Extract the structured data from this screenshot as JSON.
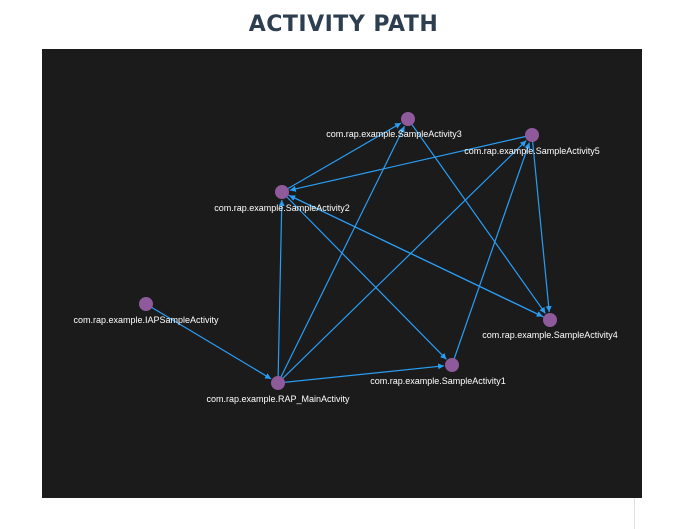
{
  "page": {
    "title": "ACTIVITY PATH"
  },
  "colors": {
    "panel_background": "#1b1b1b",
    "edge": "#2a9df4",
    "node": "#8e5a9b",
    "label": "#ffffff",
    "title": "#2c3e50"
  },
  "graph": {
    "nodes": [
      {
        "id": "iap",
        "label": "com.rap.example.IAPSampleActivity"
      },
      {
        "id": "main",
        "label": "com.rap.example.RAP_MainActivity"
      },
      {
        "id": "a1",
        "label": "com.rap.example.SampleActivity1"
      },
      {
        "id": "a2",
        "label": "com.rap.example.SampleActivity2"
      },
      {
        "id": "a3",
        "label": "com.rap.example.SampleActivity3"
      },
      {
        "id": "a4",
        "label": "com.rap.example.SampleActivity4"
      },
      {
        "id": "a5",
        "label": "com.rap.example.SampleActivity5"
      }
    ],
    "edges": [
      {
        "from": "iap",
        "to": "main"
      },
      {
        "from": "main",
        "to": "a1"
      },
      {
        "from": "main",
        "to": "a2"
      },
      {
        "from": "main",
        "to": "a3"
      },
      {
        "from": "main",
        "to": "a5"
      },
      {
        "from": "a2",
        "to": "a3"
      },
      {
        "from": "a2",
        "to": "a1"
      },
      {
        "from": "a2",
        "to": "a4"
      },
      {
        "from": "a3",
        "to": "a4"
      },
      {
        "from": "a4",
        "to": "a2"
      },
      {
        "from": "a5",
        "to": "a4"
      },
      {
        "from": "a5",
        "to": "a2"
      },
      {
        "from": "a1",
        "to": "a5"
      }
    ]
  }
}
